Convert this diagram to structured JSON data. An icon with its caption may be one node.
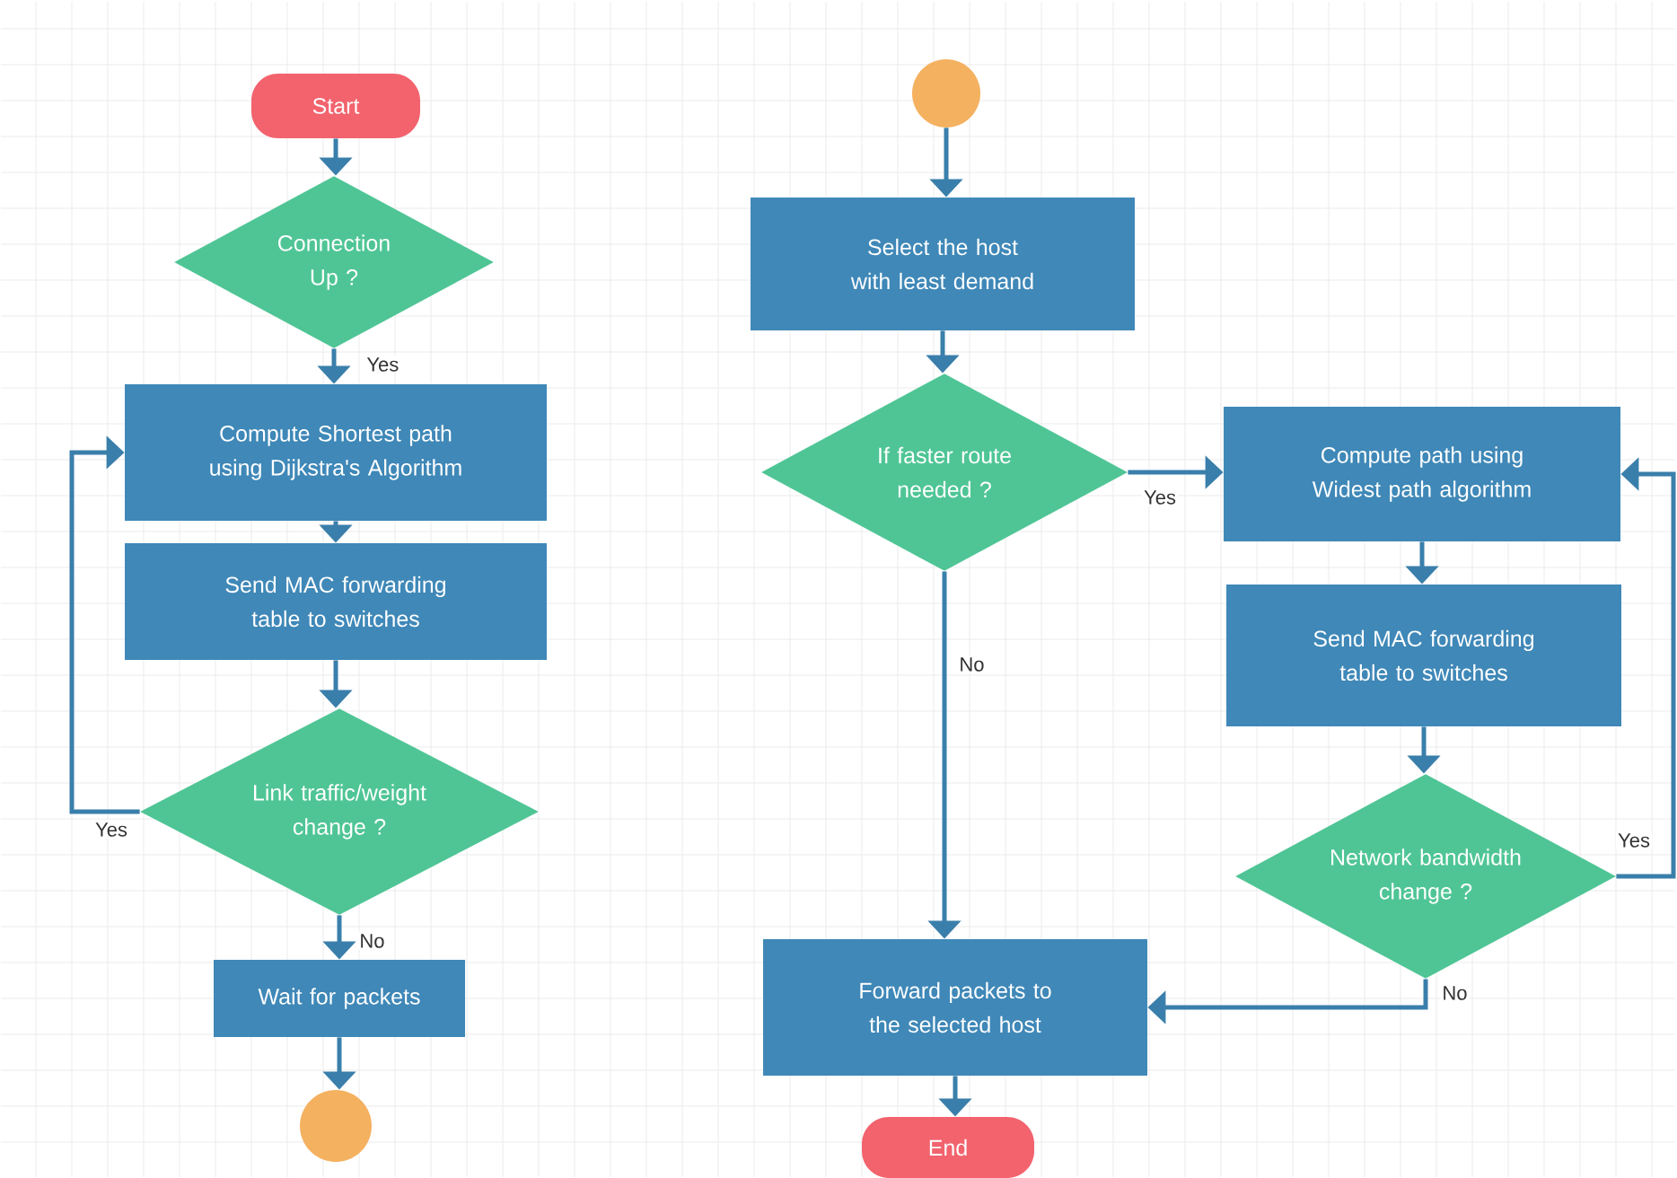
{
  "diagram": {
    "nodes": [
      {
        "text": [
          "Start"
        ]
      },
      {
        "text": [
          "Connection Up ?"
        ]
      },
      {
        "text": [
          "Compute Shortest path using Dijkstra's Algorithm"
        ]
      },
      {
        "text": [
          "Send MAC forwarding table to switches"
        ]
      },
      {
        "text": [
          "Link traffic/weight change ?"
        ]
      },
      {
        "text": [
          "Wait for packets"
        ]
      },
      {
        "text": [],
        "shape": "circle"
      },
      {
        "text": [],
        "shape": "circle"
      },
      {
        "text": [
          "Select the host with least demand"
        ]
      },
      {
        "text": [
          "If faster route needed ?"
        ]
      },
      {
        "text": [
          "Compute path using Widest path algorithm"
        ]
      },
      {
        "text": [
          "Send MAC forwarding table to switches"
        ]
      },
      {
        "text": [
          "Network bandwidth change ?"
        ]
      },
      {
        "text": [
          "Forward packets to the selected host"
        ]
      },
      {
        "text": [
          "End"
        ]
      }
    ],
    "edges": [
      {
        "from": 0,
        "to": 1,
        "arrow": "to"
      },
      {
        "from": 1,
        "to": 2,
        "arrow": "to",
        "label": "Yes"
      },
      {
        "from": 2,
        "to": 3,
        "arrow": "to"
      },
      {
        "from": 3,
        "to": 4,
        "arrow": "to"
      },
      {
        "from": 4,
        "to": 2,
        "arrow": "to",
        "label": "Yes"
      },
      {
        "from": 4,
        "to": 5,
        "arrow": "to",
        "label": "No"
      },
      {
        "from": 5,
        "to": 6,
        "arrow": "to"
      },
      {
        "from": 7,
        "to": 8,
        "arrow": "to"
      },
      {
        "from": 8,
        "to": 9,
        "arrow": "to"
      },
      {
        "from": 9,
        "to": 10,
        "arrow": "to",
        "label": "Yes"
      },
      {
        "from": 9,
        "to": 13,
        "arrow": "to",
        "label": "No"
      },
      {
        "from": 10,
        "to": 11,
        "arrow": "to"
      },
      {
        "from": 11,
        "to": 12,
        "arrow": "to"
      },
      {
        "from": 12,
        "to": 10,
        "arrow": "to",
        "label": "Yes"
      },
      {
        "from": 12,
        "to": 13,
        "arrow": "to",
        "label": "No"
      },
      {
        "from": 13,
        "to": 14,
        "arrow": "to"
      }
    ]
  }
}
